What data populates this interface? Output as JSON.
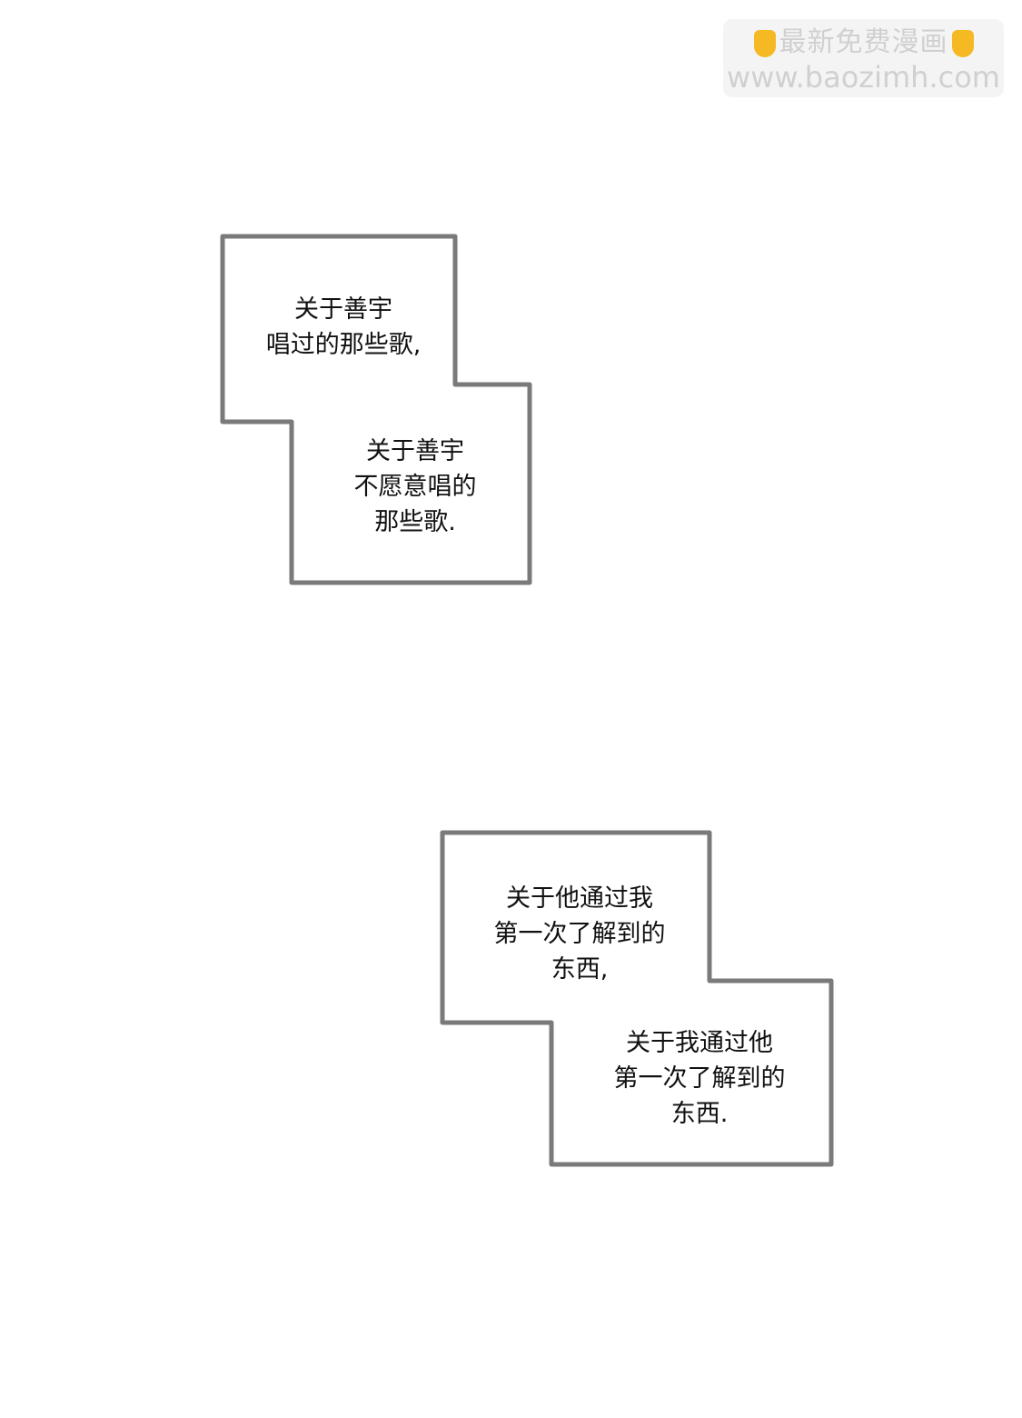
{
  "watermark": {
    "line1": "最新免费漫画",
    "line2": "www.baozimh.com",
    "icon": "pointing-down-hand-icon"
  },
  "captions": [
    {
      "lines": [
        "关于善宇",
        "唱过的那些歌,"
      ]
    },
    {
      "lines": [
        "关于善宇",
        "不愿意唱的",
        "那些歌."
      ]
    },
    {
      "lines": [
        "关于他通过我",
        "第一次了解到的",
        "东西,"
      ]
    },
    {
      "lines": [
        "关于我通过他",
        "第一次了解到的",
        "东西."
      ]
    }
  ],
  "colors": {
    "frame": "#7a7a7a",
    "text": "#111111"
  }
}
